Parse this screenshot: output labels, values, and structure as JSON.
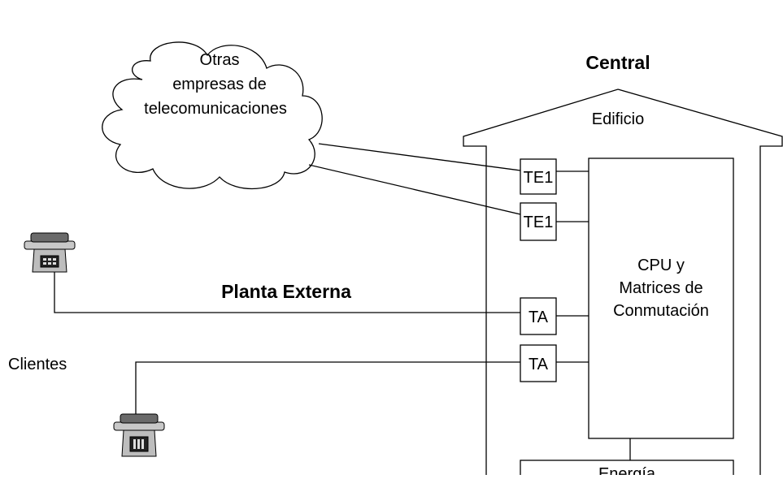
{
  "diagram": {
    "cloud": {
      "line1": "Otras",
      "line2": "empresas de",
      "line3": "telecomunicaciones"
    },
    "central_title": "Central",
    "building_label": "Edificio",
    "trunk_ports": [
      "TE1",
      "TE1"
    ],
    "analog_ports": [
      "TA",
      "TA"
    ],
    "cpu": {
      "line1": "CPU y",
      "line2": "Matrices de",
      "line3": "Conmutación"
    },
    "energy_label": "Energía",
    "outside_plant_label": "Planta Externa",
    "clients_label": "Clientes",
    "icons": [
      "telephone-icon",
      "telephone-icon"
    ]
  }
}
